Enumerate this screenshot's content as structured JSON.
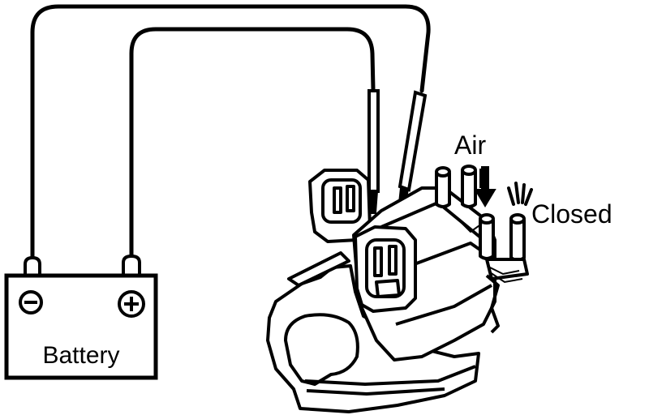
{
  "labels": {
    "air": "Air",
    "closed": "Closed",
    "battery": "Battery"
  },
  "terminals": {
    "negative": "⊖",
    "positive": "⊕"
  },
  "colors": {
    "ink": "#000000",
    "paper": "#ffffff"
  }
}
